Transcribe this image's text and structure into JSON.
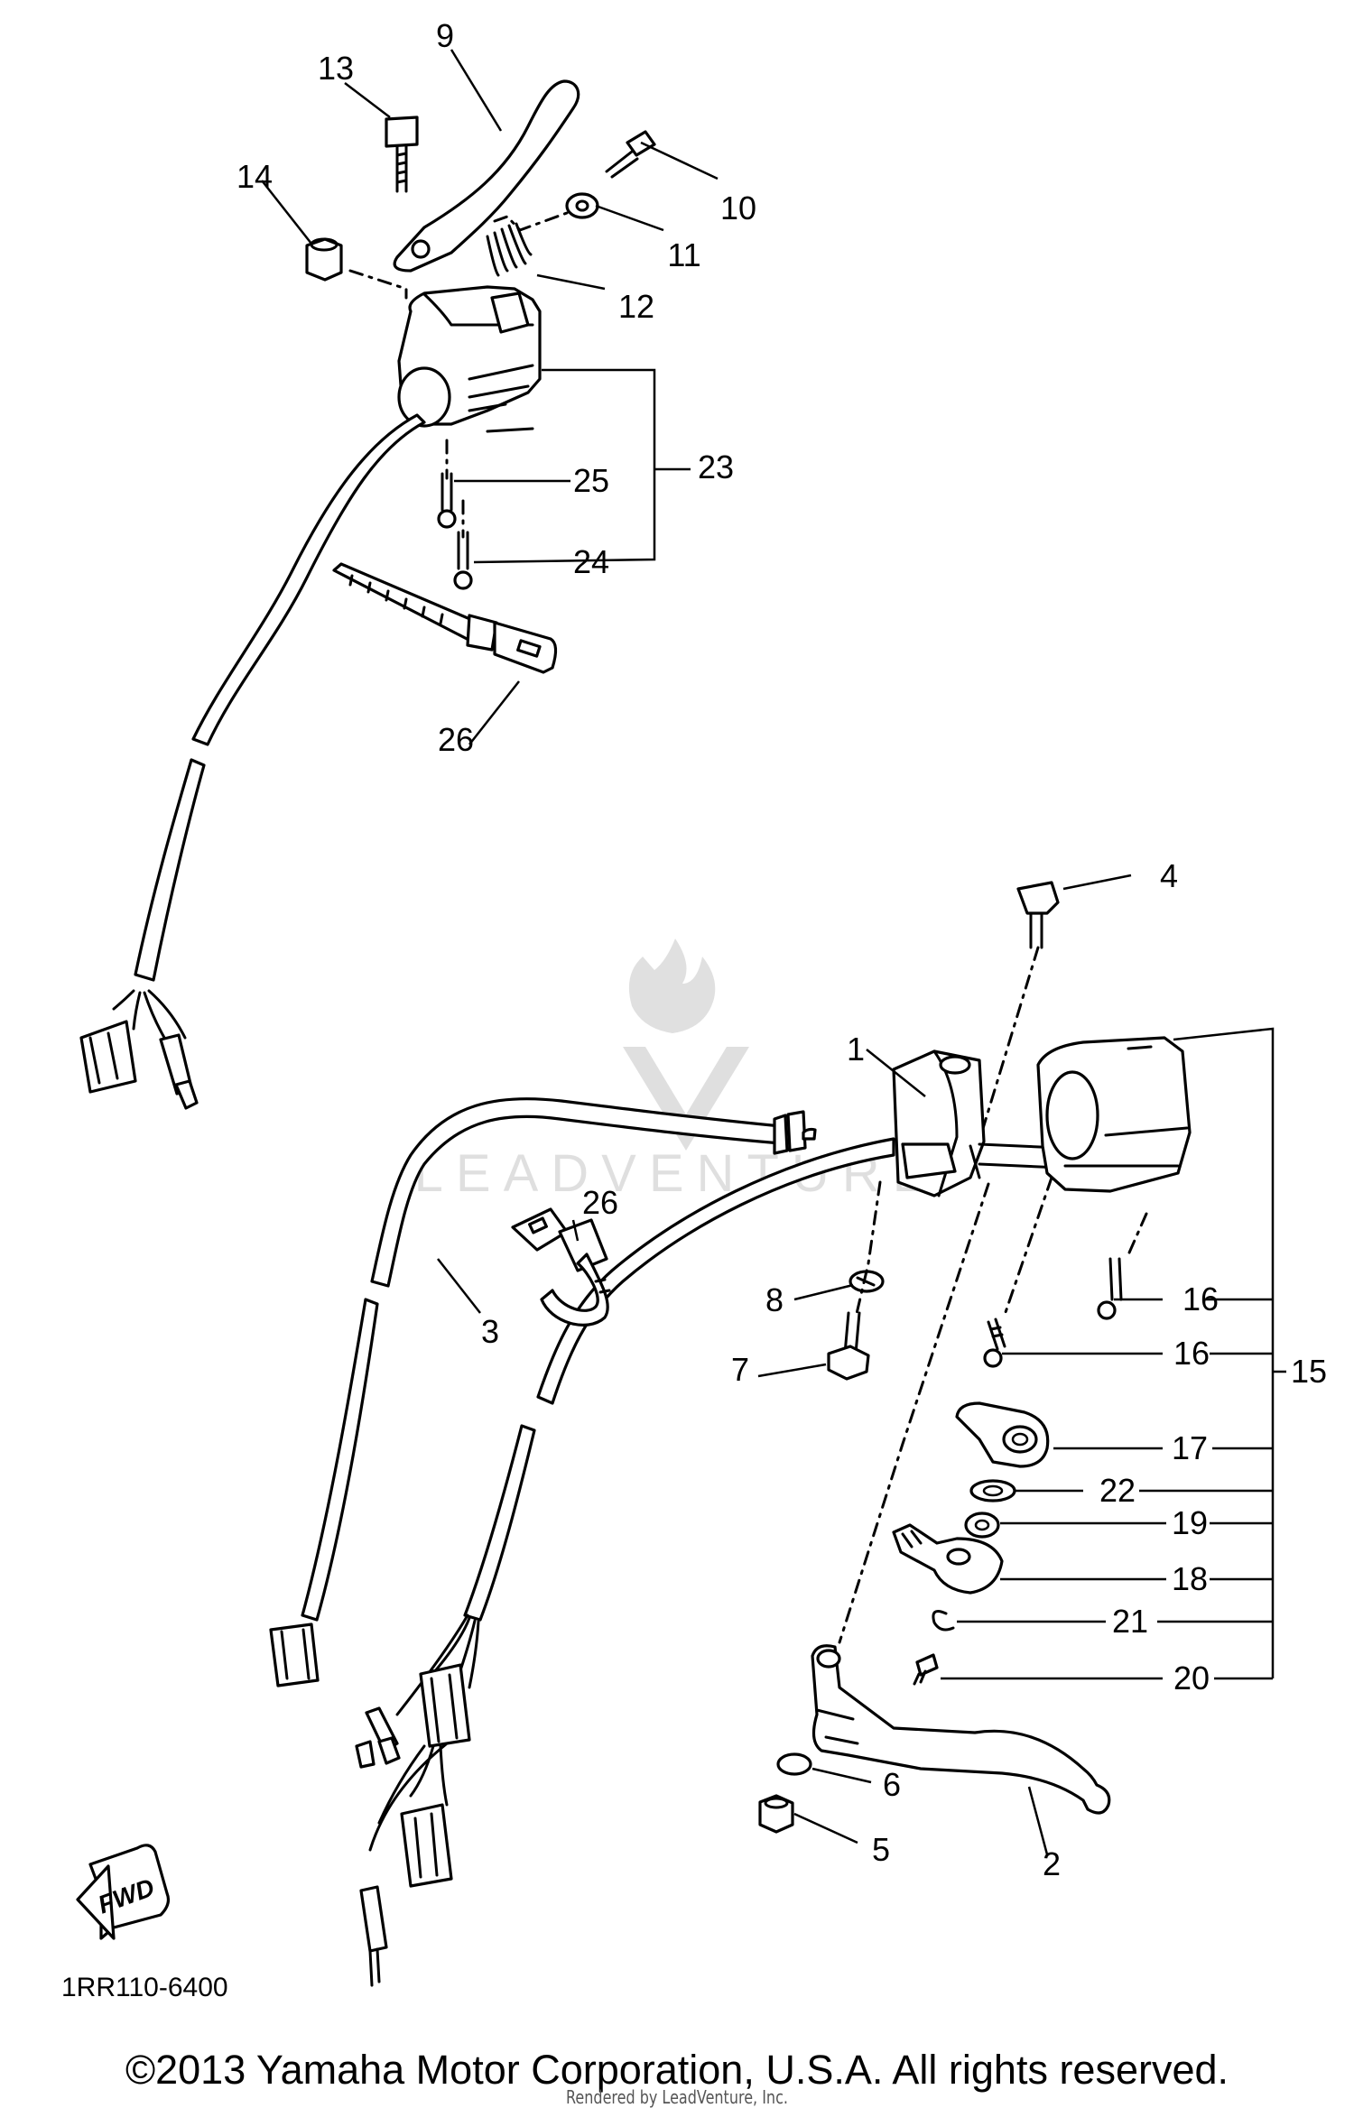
{
  "diagram": {
    "part_numbers": {
      "p1": "1",
      "p2": "2",
      "p3": "3",
      "p4": "4",
      "p5": "5",
      "p6": "6",
      "p7": "7",
      "p8": "8",
      "p9": "9",
      "p10": "10",
      "p11": "11",
      "p12": "12",
      "p13": "13",
      "p14": "14",
      "p15": "15",
      "p16a": "16",
      "p16b": "16",
      "p17": "17",
      "p18": "18",
      "p19": "19",
      "p20": "20",
      "p21": "21",
      "p22": "22",
      "p23": "23",
      "p24": "24",
      "p25": "25",
      "p26a": "26",
      "p26b": "26"
    },
    "direction_label": "FWD",
    "diagram_code": "1RR110-6400"
  },
  "watermark": {
    "text": "LEADVENTURE"
  },
  "footer": {
    "copyright": "©2013 Yamaha Motor Corporation, U.S.A. All rights reserved.",
    "rendered_by": "Rendered by LeadVenture, Inc."
  }
}
